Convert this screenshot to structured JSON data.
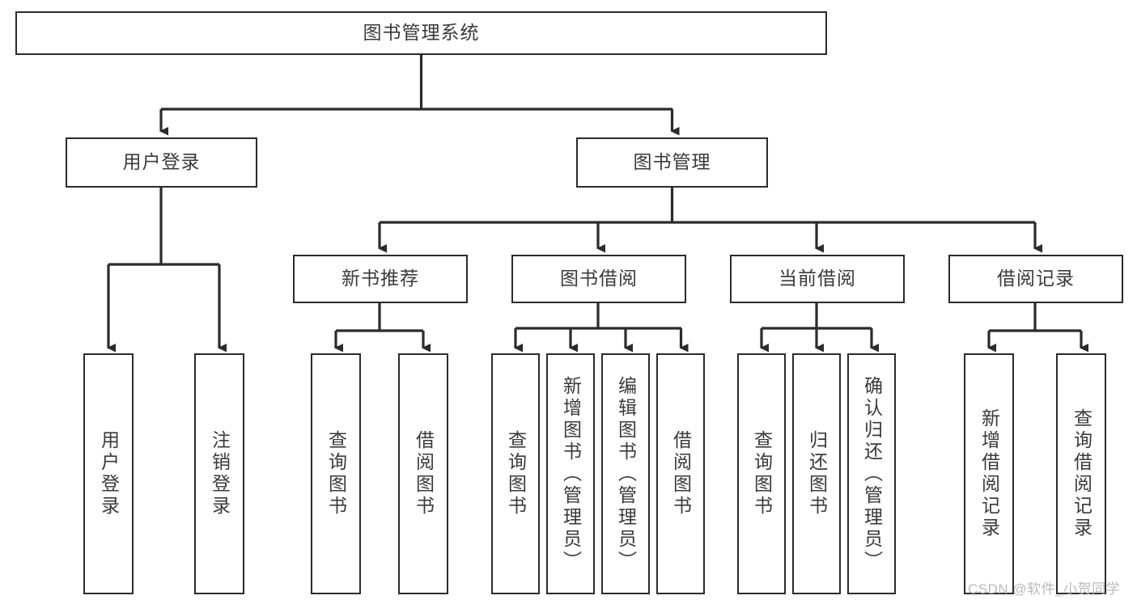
{
  "diagram": {
    "type": "tree-hierarchy",
    "title": "图书管理系统",
    "watermark": "CSDN @软件_小贺同学",
    "colors": {
      "box_border": "#2b2b2b",
      "box_fill": "#ffffff",
      "connector": "#2b2b2b",
      "text": "#3a3a3a",
      "watermark": "#b9b9b9",
      "background": "#ffffff"
    },
    "levels": [
      {
        "level": 1,
        "nodes": [
          {
            "id": "root",
            "label": "图书管理系统",
            "orientation": "horizontal"
          }
        ]
      },
      {
        "level": 2,
        "nodes": [
          {
            "id": "user-login",
            "label": "用户登录",
            "orientation": "horizontal",
            "parent": "root"
          },
          {
            "id": "book-manage",
            "label": "图书管理",
            "orientation": "horizontal",
            "parent": "root"
          }
        ]
      },
      {
        "level": 3,
        "nodes": [
          {
            "id": "new-book-rec",
            "label": "新书推荐",
            "orientation": "horizontal",
            "parent": "book-manage"
          },
          {
            "id": "book-borrow",
            "label": "图书借阅",
            "orientation": "horizontal",
            "parent": "book-manage"
          },
          {
            "id": "current-borrow",
            "label": "当前借阅",
            "orientation": "horizontal",
            "parent": "book-manage"
          },
          {
            "id": "borrow-record",
            "label": "借阅记录",
            "orientation": "horizontal",
            "parent": "book-manage"
          }
        ]
      },
      {
        "level": 4,
        "nodes": [
          {
            "id": "leaf-user-login",
            "label": "用户登录",
            "orientation": "vertical",
            "parent": "user-login"
          },
          {
            "id": "leaf-logout",
            "label": "注销登录",
            "orientation": "vertical",
            "parent": "user-login"
          },
          {
            "id": "leaf-query-book-1",
            "label": "查询图书",
            "orientation": "vertical",
            "parent": "new-book-rec"
          },
          {
            "id": "leaf-borrow-book-1",
            "label": "借阅图书",
            "orientation": "vertical",
            "parent": "new-book-rec"
          },
          {
            "id": "leaf-query-book-2",
            "label": "查询图书",
            "orientation": "vertical",
            "parent": "book-borrow"
          },
          {
            "id": "leaf-add-book",
            "label": "新增图书（管理员）",
            "orientation": "vertical",
            "parent": "book-borrow"
          },
          {
            "id": "leaf-edit-book",
            "label": "编辑图书（管理员）",
            "orientation": "vertical",
            "parent": "book-borrow"
          },
          {
            "id": "leaf-borrow-book-2",
            "label": "借阅图书",
            "orientation": "vertical",
            "parent": "book-borrow"
          },
          {
            "id": "leaf-query-book-3",
            "label": "查询图书",
            "orientation": "vertical",
            "parent": "current-borrow"
          },
          {
            "id": "leaf-return-book",
            "label": "归还图书",
            "orientation": "vertical",
            "parent": "current-borrow"
          },
          {
            "id": "leaf-confirm-return",
            "label": "确认归还（管理员）",
            "orientation": "vertical",
            "parent": "current-borrow"
          },
          {
            "id": "leaf-add-record",
            "label": "新增借阅记录",
            "orientation": "vertical",
            "parent": "borrow-record"
          },
          {
            "id": "leaf-query-record",
            "label": "查询借阅记录",
            "orientation": "vertical",
            "parent": "borrow-record"
          }
        ]
      }
    ]
  }
}
